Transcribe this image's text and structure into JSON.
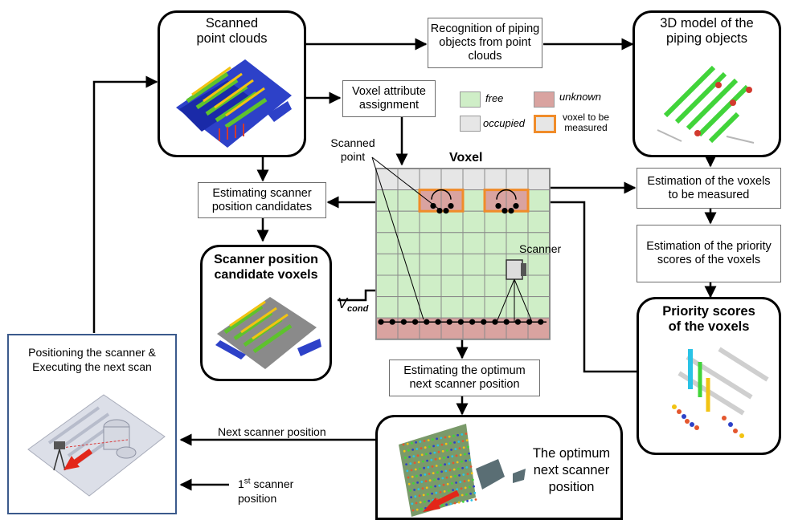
{
  "boxes": {
    "scanned_point_clouds": "Scanned point clouds",
    "recognition": "Recognition of piping objects from point clouds",
    "model_3d": "3D model of the piping objects",
    "voxel_attr": "Voxel attribute assignment",
    "estimating_candidates": "Estimating scanner position candidates",
    "candidate_voxels": "Scanner position candidate voxels",
    "estimation_voxels": "Estimation of the voxels to be measured",
    "estimation_priority": "Estimation of the priority scores of the voxels",
    "priority_scores": "Priority scores of the voxels",
    "estimating_optimum": "Estimating the optimum next scanner position",
    "optimum_position": "The optimum next scanner position",
    "positioning": "Positioning the scanner & Executing the next scan"
  },
  "legend": {
    "free": "free",
    "unknown": "unknown",
    "occupied": "occupied",
    "to_measure": "voxel to be measured"
  },
  "labels": {
    "voxel_title": "Voxel",
    "scanned_point": "Scanned point",
    "scanner": "Scanner",
    "v_letter": "V",
    "v_sub": "cond",
    "next_scanner": "Next scanner position",
    "first_num": "1",
    "first_sup": "st",
    "first_rest": "scanner",
    "first_line2": "position"
  },
  "colors": {
    "free": "#cfeec7",
    "unknown": "#d9a3a0",
    "occupied": "#e6e6e6",
    "to_measure": "#f08c2a",
    "grid_line": "#8a8a8a"
  }
}
